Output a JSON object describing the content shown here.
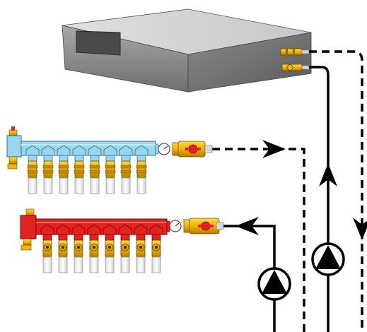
{
  "diagram": {
    "components": [
      {
        "name": "boiler-unit",
        "icon": "boiler-icon"
      },
      {
        "name": "cold-return-manifold",
        "icon": "manifold-icon",
        "color": "#9ad6f0",
        "outlets": 8
      },
      {
        "name": "hot-supply-manifold",
        "icon": "manifold-icon",
        "color": "#e32222",
        "outlets": 8
      },
      {
        "name": "circulation-pump",
        "icon": "pump-icon",
        "count": 2
      }
    ],
    "flows": [
      {
        "name": "return-line",
        "style": "dashed"
      },
      {
        "name": "supply-line",
        "style": "solid"
      }
    ],
    "colors": {
      "pipe": "#000000",
      "boiler_light": "#d0d0d0",
      "boiler_dark": "#6b6b6b",
      "brass": "#f2b400",
      "cold": "#9ad6f0",
      "hot": "#e32222"
    }
  }
}
